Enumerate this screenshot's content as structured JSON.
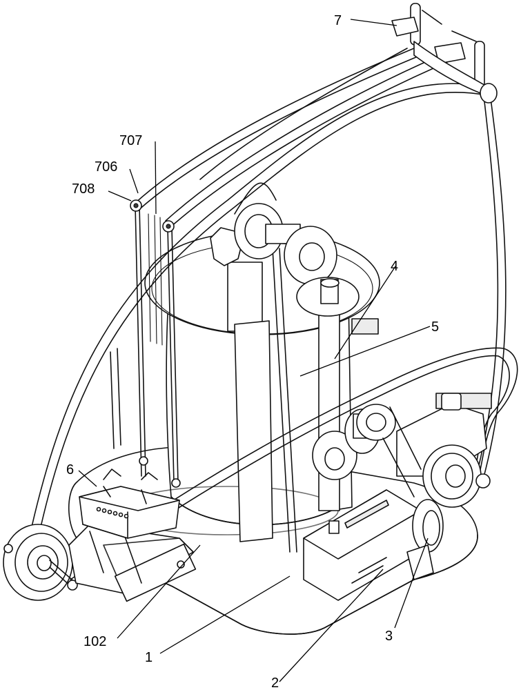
{
  "labels": {
    "l7": "7",
    "l707": "707",
    "l706": "706",
    "l708": "708",
    "l4": "4",
    "l5": "5",
    "l6": "6",
    "l102": "102",
    "l1": "1",
    "l2": "2",
    "l3": "3"
  }
}
